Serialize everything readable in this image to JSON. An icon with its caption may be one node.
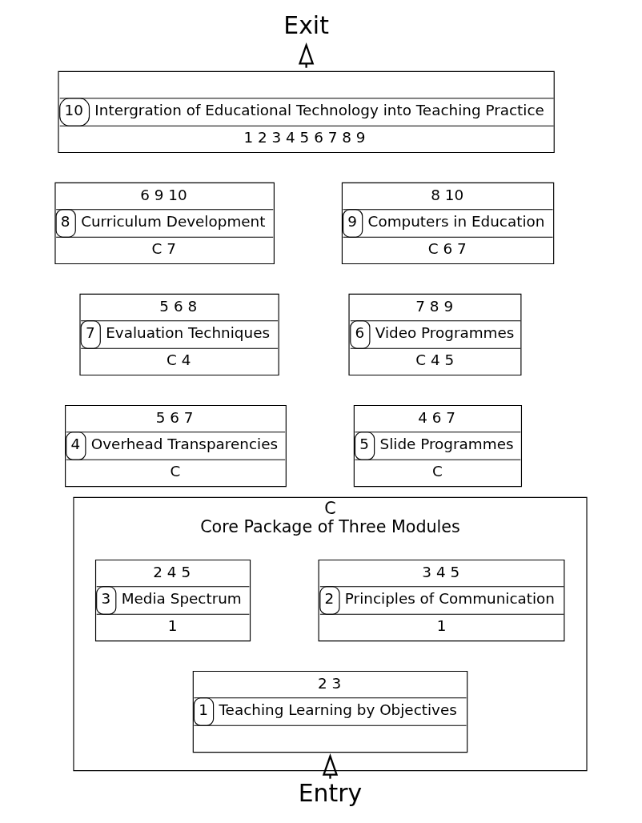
{
  "diagram": {
    "nodes": [
      {
        "text": [
          "Exit"
        ]
      },
      {
        "text": [
          "10",
          "Intergration of Educational Technology into Teaching Practice",
          "1 2 3 4 5 6 7 8 9"
        ]
      },
      {
        "text": [
          "6 9 10",
          "8",
          "Curriculum Development",
          "C 7"
        ]
      },
      {
        "text": [
          "8 10",
          "9",
          "Computers in Education",
          "C 6 7"
        ]
      },
      {
        "text": [
          "5 6 8",
          "7",
          "Evaluation Techniques",
          "C 4"
        ]
      },
      {
        "text": [
          "7 8 9",
          "6",
          "Video Programmes",
          "C 4 5"
        ]
      },
      {
        "text": [
          "5 6 7",
          "4",
          "Overhead Transparencies",
          "C"
        ]
      },
      {
        "text": [
          "4 6 7",
          "5",
          "Slide Programmes",
          "C"
        ]
      },
      {
        "text": [
          "C",
          "Core Package of Three Modules"
        ]
      },
      {
        "text": [
          "2 4 5",
          "3",
          "Media Spectrum",
          "1"
        ],
        "in": 8
      },
      {
        "text": [
          "3 4 5",
          "2",
          "Principles of Communication",
          "1"
        ],
        "in": 8
      },
      {
        "text": [
          "2 3",
          "1",
          "Teaching Learning by Objectives"
        ],
        "in": 8
      },
      {
        "text": [
          "Entry"
        ]
      }
    ],
    "edges": [
      {
        "from": 12,
        "to": 11,
        "arrow": "to"
      },
      {
        "from": 1,
        "to": 0,
        "arrow": "to"
      }
    ]
  }
}
